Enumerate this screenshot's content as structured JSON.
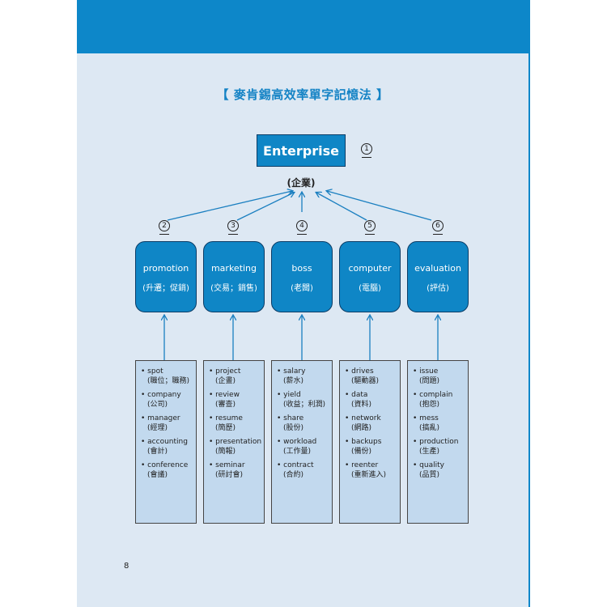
{
  "title": "【 麥肯錫高效率單字記憶法 】",
  "enterprise": {
    "label": "Enterprise",
    "number": "1",
    "translation": "(企業)"
  },
  "categories": [
    {
      "number": "2",
      "label": "promotion",
      "translation": "(升遷；促銷)",
      "items": [
        {
          "en": "• spot",
          "cn": "(職位；職務)"
        },
        {
          "en": "• company",
          "cn": "(公司)"
        },
        {
          "en": "• manager",
          "cn": "(經理)"
        },
        {
          "en": "• accounting",
          "cn": "(會計)"
        },
        {
          "en": "• conference",
          "cn": "(會議)"
        }
      ]
    },
    {
      "number": "3",
      "label": "marketing",
      "translation": "(交易；銷售)",
      "items": [
        {
          "en": "• project",
          "cn": "(企畫)"
        },
        {
          "en": "• review",
          "cn": "(審查)"
        },
        {
          "en": "• resume",
          "cn": "(簡歷)"
        },
        {
          "en": "• presentation",
          "cn": "(簡報)"
        },
        {
          "en": "• seminar",
          "cn": "(研討會)"
        }
      ]
    },
    {
      "number": "4",
      "label": "boss",
      "translation": "(老闆)",
      "items": [
        {
          "en": "• salary",
          "cn": "(薪水)"
        },
        {
          "en": "• yield",
          "cn": "(收益；利潤)"
        },
        {
          "en": "• share",
          "cn": "(股份)"
        },
        {
          "en": "• workload",
          "cn": "(工作量)"
        },
        {
          "en": "• contract",
          "cn": "(合約)"
        }
      ]
    },
    {
      "number": "5",
      "label": "computer",
      "translation": "(電腦)",
      "items": [
        {
          "en": "• drives",
          "cn": "(驅動器)"
        },
        {
          "en": "• data",
          "cn": "(資料)"
        },
        {
          "en": "• network",
          "cn": "(網路)"
        },
        {
          "en": "• backups",
          "cn": "(備份)"
        },
        {
          "en": "• reenter",
          "cn": "(重新進入)"
        }
      ]
    },
    {
      "number": "6",
      "label": "evaluation",
      "translation": "(評估)",
      "items": [
        {
          "en": "• issue",
          "cn": "(問題)"
        },
        {
          "en": "• complain",
          "cn": "(抱怨)"
        },
        {
          "en": "• mess",
          "cn": "(搞亂)"
        },
        {
          "en": "• production",
          "cn": "(生產)"
        },
        {
          "en": "• quality",
          "cn": "(品質)"
        }
      ]
    }
  ],
  "page_number": "8",
  "colors": {
    "accent": "#0f86c6",
    "page": "#dde8f3",
    "list": "#c2d9ee",
    "title": "#1483c5"
  }
}
